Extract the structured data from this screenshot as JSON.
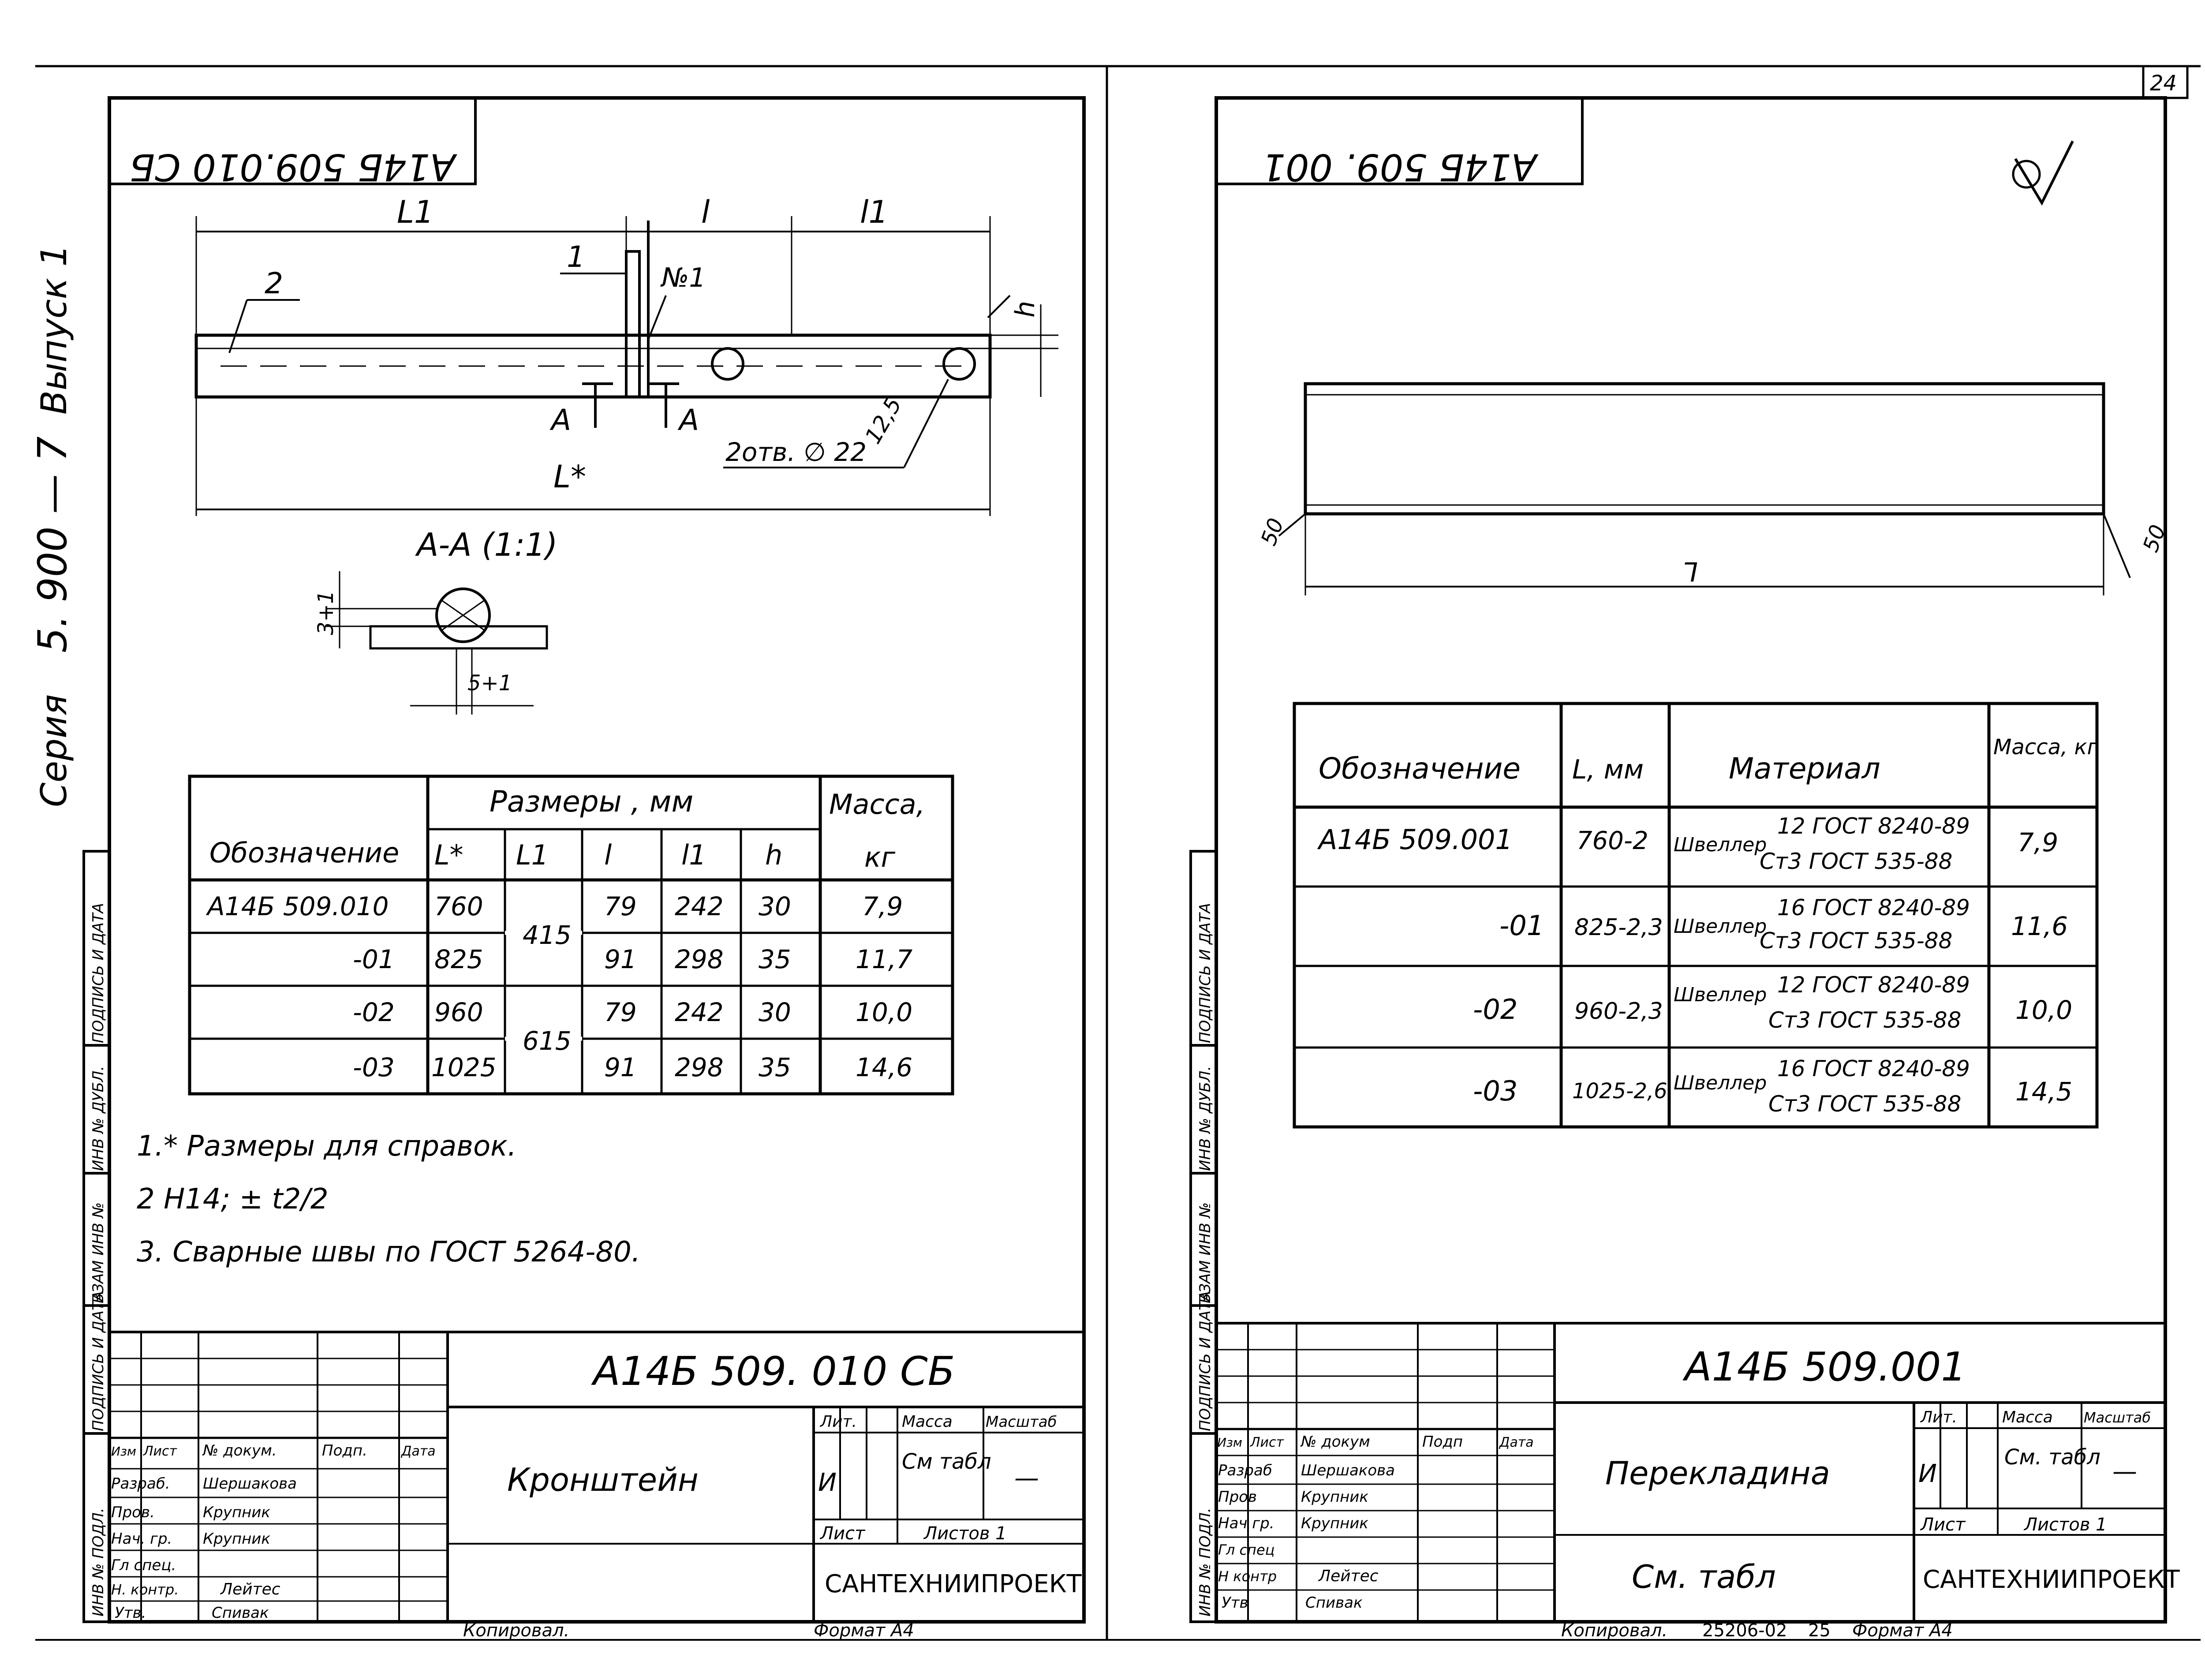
{
  "page_number": "24",
  "side_stamp": {
    "line1": "Выпуск 1",
    "line2": "5. 900 — 7",
    "line3": "Серия"
  },
  "left_margin_cells": [
    "ИНВ № ПОДЛ.",
    "ПОДПИСЬ И ДАТА",
    "ВЗАМ ИНВ №",
    "ИНВ № ДУБЛ.",
    "ПОДПИСЬ И ДАТА"
  ],
  "left": {
    "top_code": "А14Б 509.010 СБ",
    "dims": {
      "L1": "L1",
      "l": "l",
      "l1": "l1",
      "Lstar": "L*",
      "h": "h"
    },
    "callouts": {
      "c1": "1",
      "c2": "2",
      "weld": "№1",
      "sec_a1": "A",
      "sec_a2": "A",
      "holes": "2отв. ∅ 22",
      "rough": "12,5"
    },
    "section": {
      "title": "A-A (1:1)",
      "d1": "3+1",
      "d2": "5+1"
    },
    "table": {
      "group_header": "Размеры , мм",
      "mass_header": "Масса,",
      "mass_unit": "кг",
      "oboz_header": "Обозначение",
      "cols": [
        "L*",
        "L1",
        "l",
        "l1",
        "h"
      ],
      "rows": [
        {
          "oboz": "А14Б 509.010",
          "L": "760",
          "L1": "415",
          "l": "79",
          "l1": "242",
          "h": "30",
          "mass": "7,9"
        },
        {
          "oboz": "-01",
          "L": "825",
          "L1": "",
          "l": "91",
          "l1": "298",
          "h": "35",
          "mass": "11,7"
        },
        {
          "oboz": "-02",
          "L": "960",
          "L1": "615",
          "l": "79",
          "l1": "242",
          "h": "30",
          "mass": "10,0"
        },
        {
          "oboz": "-03",
          "L": "1025",
          "L1": "",
          "l": "91",
          "l1": "298",
          "h": "35",
          "mass": "14,6"
        }
      ]
    },
    "notes": [
      "1.* Размеры для справок.",
      "2  H14; ± t2/2",
      "3.  Сварные швы по ГОСТ 5264-80."
    ],
    "title_block": {
      "code": "А14Б 509. 010 СБ",
      "name": "Кронштейн",
      "lit_h": "Лит.",
      "massa_h": "Масса",
      "masht_h": "Масштаб",
      "lit": "И",
      "massa": "См табл",
      "masht": "—",
      "list": "Лист",
      "listov": "Листов 1",
      "org": "САНТЕХНИИПРОЕКТ",
      "headers": [
        "Изм",
        "Лист",
        "№ докум.",
        "Подп.",
        "Дата"
      ],
      "roles": [
        "Разраб.",
        "Пров.",
        "Нач. гр.",
        "Гл спец.",
        "Н. контр.",
        "Утв."
      ],
      "names": [
        "Шершакова",
        "Крупник",
        "Крупник",
        "",
        "Лейтес",
        "Спивак"
      ]
    },
    "footer": {
      "copied": "Копировал.",
      "format": "Формат А4"
    }
  },
  "right": {
    "top_code": "А14Б 509. 001",
    "roughness": "∇(✓)",
    "dims": {
      "L": "L",
      "c1": "50",
      "c2": "50"
    },
    "table": {
      "headers": [
        "Обозначение",
        "L, мм",
        "Материал",
        "Масса, кг"
      ],
      "rows": [
        {
          "oboz": "А14Б 509.001",
          "L": "760-2",
          "mat_top": "12 ГОСТ 8240-89",
          "mat_bot": "Ст3 ГОСТ 535-88",
          "mass": "7,9"
        },
        {
          "oboz": "-01",
          "L": "825-2,3",
          "mat_top": "16 ГОСТ 8240-89",
          "mat_bot": "Ст3 ГОСТ 535-88",
          "mass": "11,6"
        },
        {
          "oboz": "-02",
          "L": "960-2,3",
          "mat_top": "12 ГОСТ 8240-89",
          "mat_bot": "Ст3 ГОСТ 535-88",
          "mass": "10,0"
        },
        {
          "oboz": "-03",
          "L": "1025-2,6",
          "mat_top": "16 ГОСТ 8240-89",
          "mat_bot": "Ст3 ГОСТ 535-88",
          "mass": "14,5"
        }
      ],
      "mat_prefix": "Швеллер"
    },
    "title_block": {
      "code": "А14Б 509.001",
      "name": "Перекладина",
      "material": "См. табл",
      "lit_h": "Лит.",
      "massa_h": "Масса",
      "masht_h": "Масштаб",
      "lit": "И",
      "massa": "См. табл",
      "masht": "—",
      "list": "Лист",
      "listov": "Листов 1",
      "org": "САНТЕХНИИПРОЕКТ",
      "headers": [
        "Изм",
        "Лист",
        "№ докум",
        "Подп",
        "Дата"
      ],
      "roles": [
        "Разраб",
        "Пров",
        "Нач гр.",
        "Гл спец",
        "Н контр",
        "Утв"
      ],
      "names": [
        "Шершакова",
        "Крупник",
        "Крупник",
        "",
        "Лейтес",
        "Спивак"
      ]
    },
    "footer": {
      "copied": "Копировал.",
      "order": "25206-02",
      "sheet": "25",
      "format": "Формат А4"
    }
  }
}
